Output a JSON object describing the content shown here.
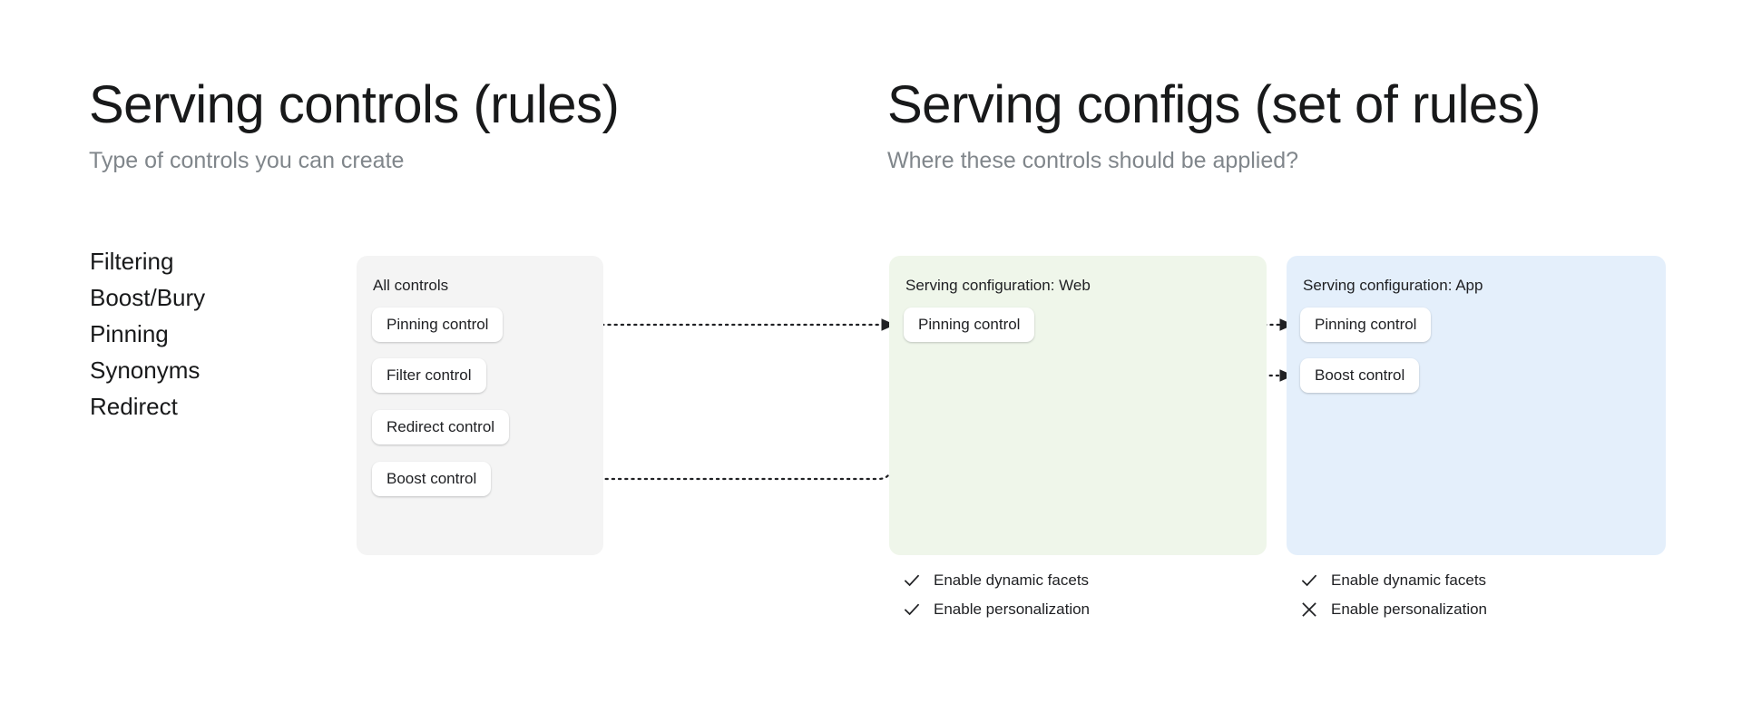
{
  "columns": {
    "left": {
      "title": "Serving controls (rules)",
      "subtitle": "Type of controls you can create"
    },
    "right": {
      "title": "Serving configs (set of rules)",
      "subtitle": "Where these controls should be applied?"
    }
  },
  "control_types": [
    {
      "label": "Filtering"
    },
    {
      "label": "Boost/Bury"
    },
    {
      "label": "Pinning"
    },
    {
      "label": "Synonyms"
    },
    {
      "label": "Redirect"
    }
  ],
  "panels": {
    "all_controls": {
      "title": "All controls",
      "background": "#f4f4f4",
      "chips": [
        {
          "label": "Pinning control"
        },
        {
          "label": "Filter control"
        },
        {
          "label": "Redirect control"
        },
        {
          "label": "Boost control"
        }
      ]
    },
    "serving_web": {
      "title": "Serving configuration: Web",
      "background": "#eff6ea",
      "chips": [
        {
          "label": "Pinning control"
        }
      ],
      "settings": [
        {
          "label": "Enable dynamic facets",
          "state": "check",
          "icon": "check-icon"
        },
        {
          "label": "Enable personalization",
          "state": "check",
          "icon": "check-icon"
        }
      ]
    },
    "serving_app": {
      "title": "Serving configuration: App",
      "background": "#e4effb",
      "chips": [
        {
          "label": "Pinning control"
        },
        {
          "label": "Boost control"
        }
      ],
      "settings": [
        {
          "label": "Enable dynamic facets",
          "state": "check",
          "icon": "check-icon"
        },
        {
          "label": "Enable personalization",
          "state": "cross",
          "icon": "close-icon"
        }
      ]
    }
  },
  "connectors": {
    "style": "dotted-arrow",
    "color": "#202124",
    "edges": [
      {
        "from": "all.Pinning control",
        "to": "web.Pinning control"
      },
      {
        "from": "all.Boost control",
        "to": "app.Boost control"
      },
      {
        "from": "web.Pinning control",
        "to": "app.Pinning control"
      }
    ]
  }
}
